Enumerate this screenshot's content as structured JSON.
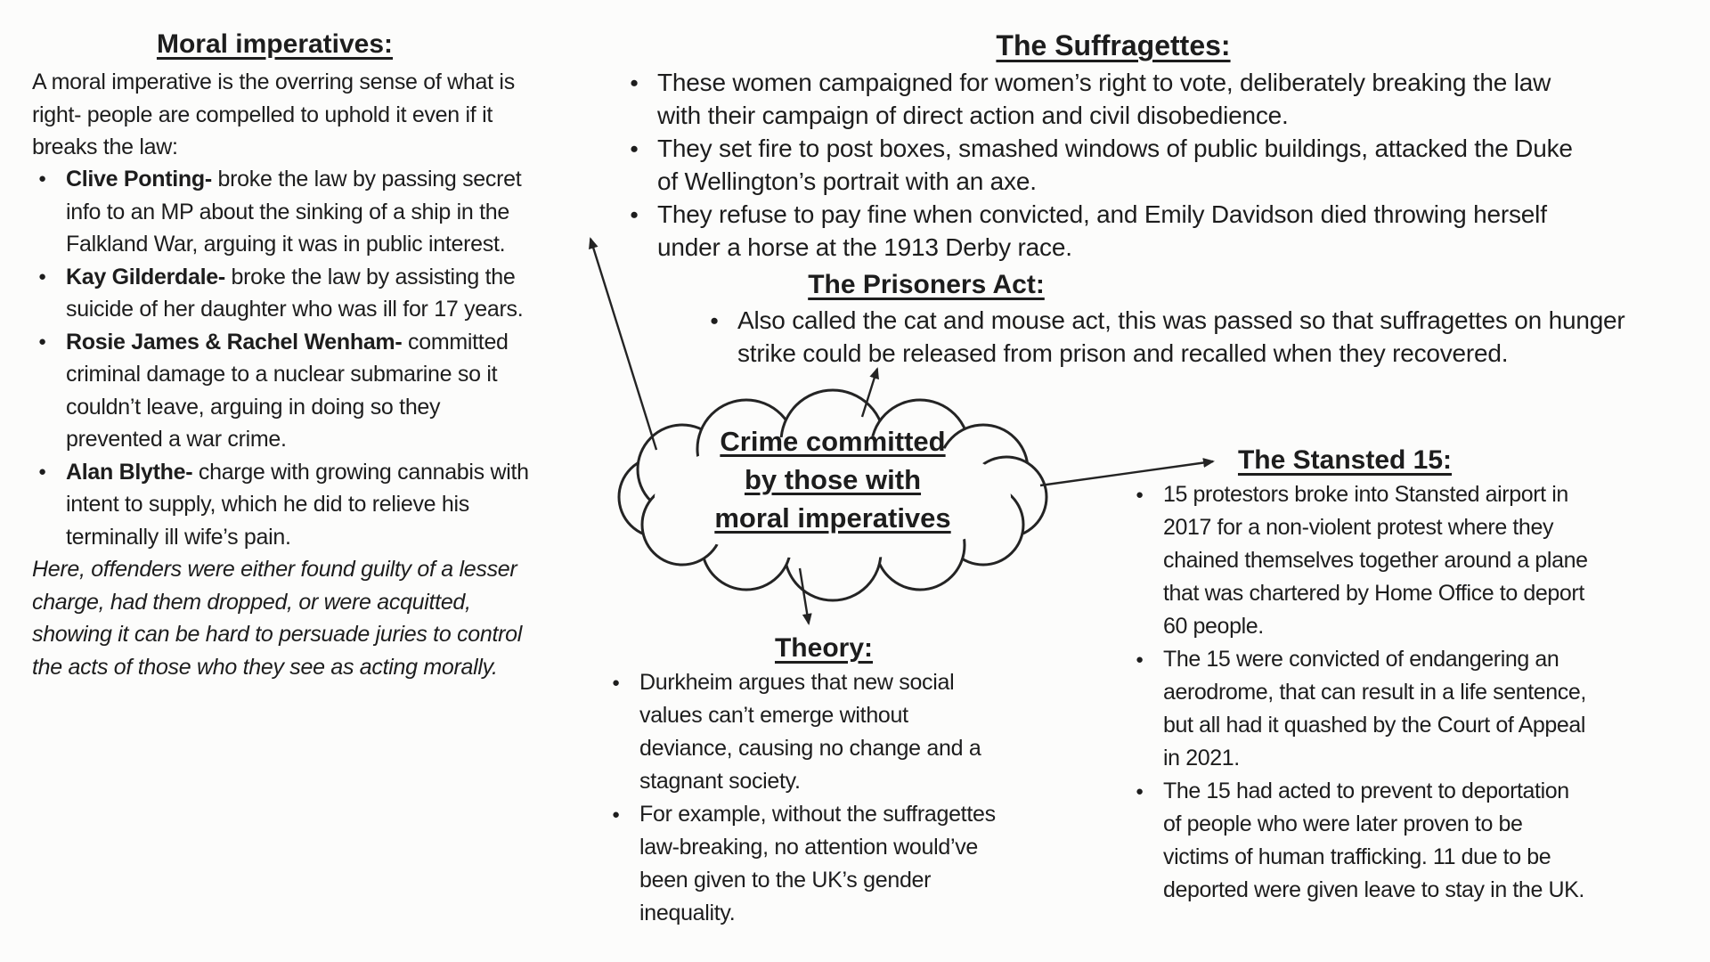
{
  "palette": {
    "ink": "#242424",
    "background": "#fcfcfb"
  },
  "cloud": {
    "lines": [
      "Crime committed",
      "by those with",
      "moral imperatives"
    ]
  },
  "sections": {
    "moral_imperatives": {
      "heading": "Moral imperatives:",
      "intro": "A moral imperative is the overring sense of what is\nright- people are compelled to uphold it even if it\nbreaks the law:",
      "bullets": [
        {
          "lead": "Clive Ponting-",
          "text": " broke the law by passing secret\ninfo to an MP about the sinking of a ship in the\nFalkland War, arguing it was in public interest."
        },
        {
          "lead": "Kay Gilderdale-",
          "text": " broke the law by assisting the\nsuicide of her daughter who was ill for 17 years."
        },
        {
          "lead": "Rosie James & Rachel Wenham-",
          "text": " committed\ncriminal damage to a nuclear submarine so it\ncouldn’t leave, arguing in doing so they\nprevented a war crime."
        },
        {
          "lead": "Alan Blythe-",
          "text": " charge with growing cannabis with\nintent to supply, which he did to relieve his\nterminally ill wife’s pain."
        }
      ],
      "footnote": "Here, offenders were either found guilty of a lesser\ncharge, had them dropped, or were acquitted,\nshowing it can be hard to persuade juries to control\nthe acts of those who they see as acting morally."
    },
    "suffragettes": {
      "heading": "The Suffragettes:",
      "bullets": [
        "These women campaigned for women’s right to vote, deliberately breaking the law\nwith their campaign of direct action and civil disobedience.",
        "They set fire to post boxes, smashed windows of public buildings, attacked the Duke\nof Wellington’s portrait with an axe.",
        "They refuse to pay fine when convicted, and Emily Davidson died throwing herself\nunder a horse at the 1913 Derby race."
      ]
    },
    "prisoners_act": {
      "heading": "The Prisoners Act:",
      "bullets": [
        "Also called the cat and mouse act, this was passed so that suffragettes on hunger\nstrike could be released from prison and recalled when they recovered."
      ]
    },
    "stansted_15": {
      "heading": "The Stansted 15:",
      "bullets": [
        "15 protestors broke into Stansted airport in\n2017 for a non-violent protest where they\nchained themselves together around a plane\nthat was chartered by Home Office to deport\n60 people.",
        "The 15 were convicted of endangering an\naerodrome, that can result in a life sentence,\nbut all had it quashed by the Court of Appeal\nin 2021.",
        "The 15 had acted to prevent to deportation\nof people who were later proven to be\nvictims of human trafficking. 11 due to be\ndeported were given leave to stay in the UK."
      ]
    },
    "theory": {
      "heading": "Theory:",
      "bullets": [
        "Durkheim argues that new social\nvalues can’t emerge without\ndeviance, causing no change and a\nstagnant society.",
        "For example, without the suffragettes\nlaw-breaking, no attention would’ve\nbeen given to the UK’s gender\ninequality."
      ]
    }
  }
}
